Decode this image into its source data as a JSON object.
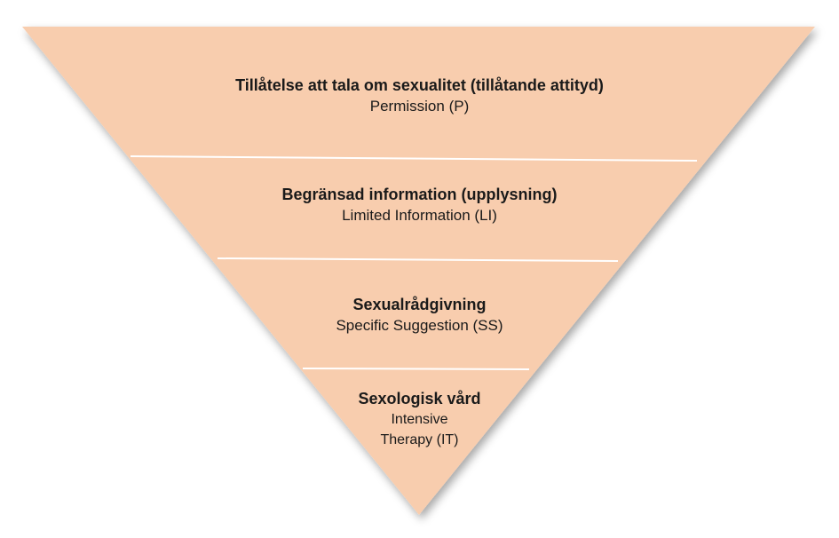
{
  "diagram": {
    "fill_color": "#f8cdae",
    "divider_color": "#ffffff",
    "levels": [
      {
        "title": "Tillåtelse att tala om sexualitet (tillåtande attityd)",
        "subtitle": "Permission (P)"
      },
      {
        "title": "Begränsad information (upplysning)",
        "subtitle": "Limited Information (LI)"
      },
      {
        "title": "Sexualrådgivning",
        "subtitle": "Specific Suggestion (SS)"
      },
      {
        "title": "Sexologisk vård",
        "subtitle": "Intensive",
        "subtitle_line2": "Therapy (IT)"
      }
    ]
  }
}
